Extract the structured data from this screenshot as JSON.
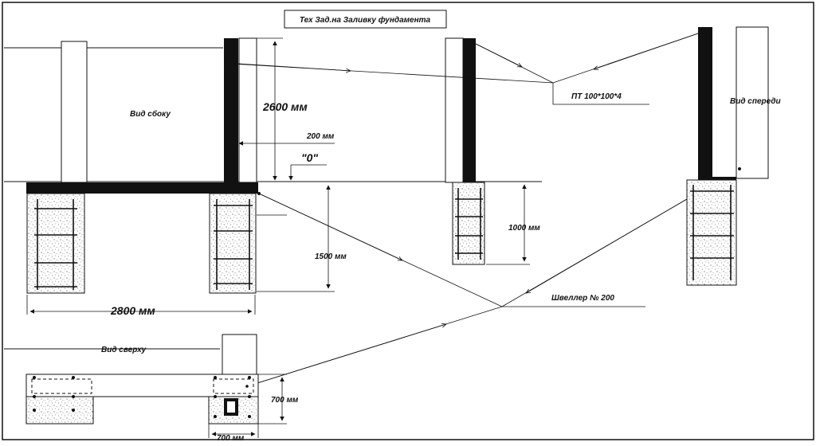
{
  "title": "Тех Зад.на Заливку фундамента",
  "labels": {
    "side_view": "Вид сбоку",
    "front_view": "Вид спереди",
    "top_view": "Вид сверху",
    "pipe": "ПТ 100*100*4",
    "channel": "Швеллер № 200",
    "zero": "\"0\""
  },
  "dimensions": {
    "h2600": "2600 мм",
    "d200": "200 мм",
    "d1500": "1500 мм",
    "d1000": "1000 мм",
    "w2800": "2800 мм",
    "t700v": "700 мм",
    "t700h": "700 мм"
  },
  "colors": {
    "ink": "#111111",
    "fill": "#ffffff",
    "concrete_dot": "#555555"
  }
}
